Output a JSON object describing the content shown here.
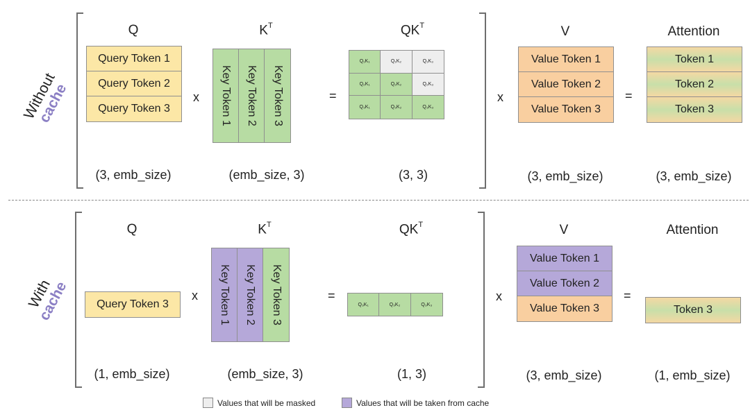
{
  "labels": {
    "Q": "Q",
    "K": "K",
    "T": "T",
    "V": "V",
    "Attention": "Attention",
    "x": "x",
    "eq": "="
  },
  "rows": {
    "without": {
      "label_line1": "Without",
      "label_line2": "cache",
      "queries": [
        "Query Token 1",
        "Query Token 2",
        "Query Token 3"
      ],
      "keys": [
        "Key Token 1",
        "Key Token 2",
        "Key Token 3"
      ],
      "qk": [
        [
          "Q₁K₁",
          "Q₁K₂",
          "Q₁K₃"
        ],
        [
          "Q₂K₁",
          "Q₂K₂",
          "Q₂K₃"
        ],
        [
          "Q₃K₁",
          "Q₃K₂",
          "Q₃K₃"
        ]
      ],
      "values": [
        "Value Token 1",
        "Value Token 2",
        "Value Token 3"
      ],
      "attention": [
        "Token 1",
        "Token 2",
        "Token 3"
      ],
      "dims": {
        "q": "(3, emb_size)",
        "k": "(emb_size, 3)",
        "qk": "(3, 3)",
        "v": "(3, emb_size)",
        "attention": "(3, emb_size)"
      }
    },
    "with": {
      "label_line1": "With",
      "label_line2": "cache",
      "queries": [
        "Query Token 3"
      ],
      "keys": [
        "Key Token 1",
        "Key Token 2",
        "Key Token 3"
      ],
      "qk": [
        [
          "Q₃K₁",
          "Q₃K₂",
          "Q₃K₃"
        ]
      ],
      "values": [
        "Value Token 1",
        "Value Token 2",
        "Value Token 3"
      ],
      "attention": [
        "Token 3"
      ],
      "dims": {
        "q": "(1, emb_size)",
        "k": "(emb_size, 3)",
        "qk": "(1, 3)",
        "v": "(3, emb_size)",
        "attention": "(1, emb_size)"
      }
    }
  },
  "legend": {
    "masked": "Values that will be masked",
    "cached": "Values that will be taken from cache"
  },
  "colors": {
    "query": "#fce7a6",
    "key": "#b7dca3",
    "value": "#f9cfa0",
    "cached": "#b5a8d9",
    "masked": "#eeeeee",
    "cache_text": "#8b7fc4"
  }
}
